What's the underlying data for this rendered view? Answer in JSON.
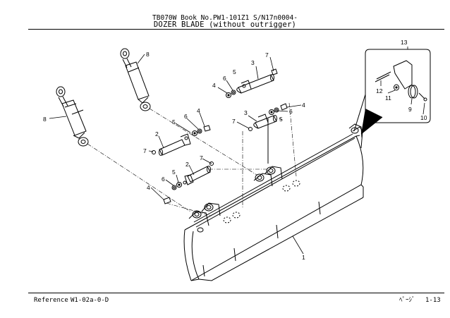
{
  "header": {
    "line1": "TB070W  Book No.PW1-101Z1  S/N17n0004-",
    "line2": "DOZER BLADE (without outrigger)"
  },
  "footer": {
    "reference_label": "Reference",
    "reference_code": "W1-02a-0-D",
    "page_label": "ﾍﾟｰｼﾞ",
    "page_number": "1-13"
  },
  "callouts": [
    "8",
    "8",
    "7",
    "6",
    "5",
    "4",
    "3",
    "13",
    "12",
    "11",
    "9",
    "10",
    "6",
    "5",
    "4",
    "3",
    "7",
    "2",
    "7",
    "5",
    "6",
    "4",
    "2",
    "7",
    "5",
    "6",
    "4",
    "1"
  ]
}
